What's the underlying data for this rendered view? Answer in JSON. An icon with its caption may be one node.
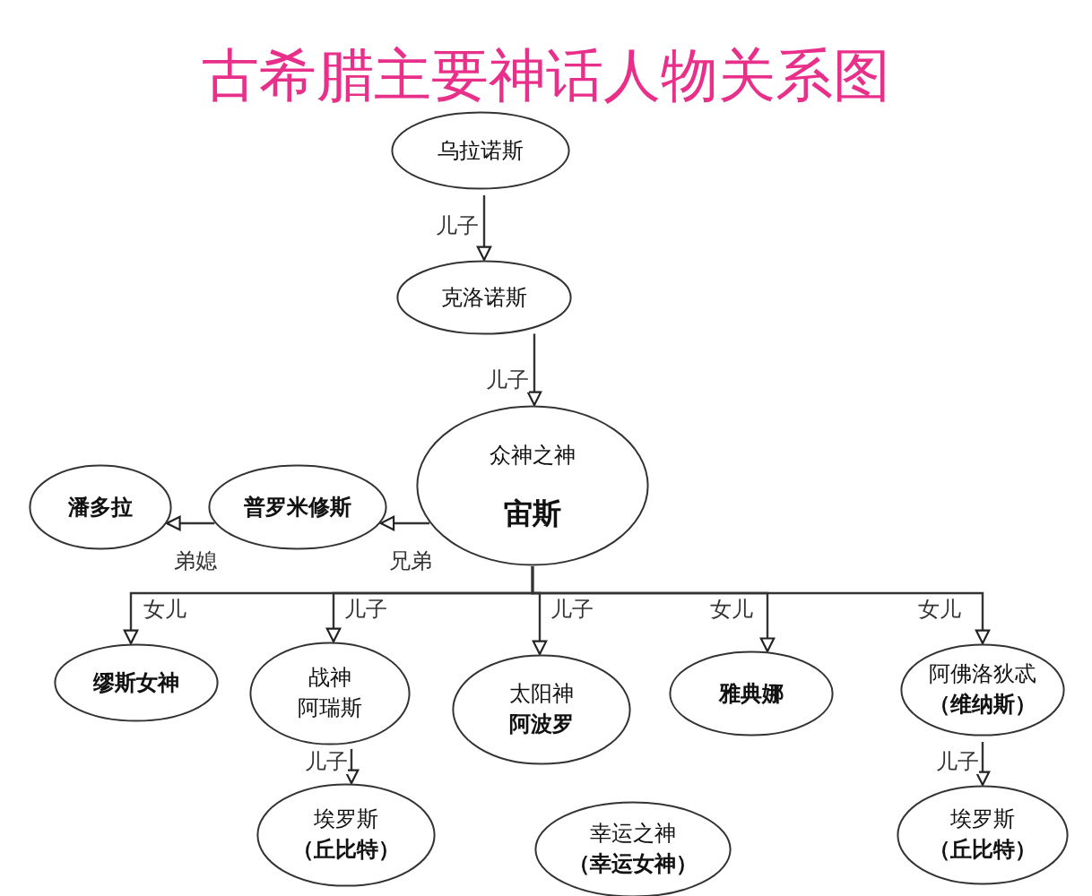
{
  "diagram": {
    "title": "古希腊主要神话人物关系图",
    "nodes": [
      {
        "text": [
          "乌拉诺斯"
        ]
      },
      {
        "text": [
          "克洛诺斯"
        ]
      },
      {
        "text": [
          "众神之神",
          "宙斯"
        ]
      },
      {
        "text": [
          "普罗米修斯"
        ]
      },
      {
        "text": [
          "潘多拉"
        ]
      },
      {
        "text": [
          "缪斯女神"
        ]
      },
      {
        "text": [
          "战神",
          "阿瑞斯"
        ]
      },
      {
        "text": [
          "太阳神",
          "阿波罗"
        ]
      },
      {
        "text": [
          "雅典娜"
        ]
      },
      {
        "text": [
          "阿佛洛狄忒",
          "（维纳斯）"
        ]
      },
      {
        "text": [
          "埃罗斯",
          "（丘比特）"
        ]
      },
      {
        "text": [
          "幸运之神",
          "（幸运女神）"
        ]
      },
      {
        "text": [
          "埃罗斯",
          "（丘比特）"
        ]
      }
    ],
    "edges": [
      {
        "from": 0,
        "to": 1,
        "arrow": "to",
        "label": "儿子"
      },
      {
        "from": 1,
        "to": 2,
        "arrow": "to",
        "label": "儿子"
      },
      {
        "from": 2,
        "to": 3,
        "arrow": "to",
        "label": "兄弟"
      },
      {
        "from": 3,
        "to": 4,
        "arrow": "to",
        "label": "弟媳"
      },
      {
        "from": 2,
        "to": 5,
        "arrow": "to",
        "label": "女儿"
      },
      {
        "from": 2,
        "to": 6,
        "arrow": "to",
        "label": "儿子"
      },
      {
        "from": 2,
        "to": 7,
        "arrow": "to",
        "label": "儿子"
      },
      {
        "from": 2,
        "to": 8,
        "arrow": "to",
        "label": "女儿"
      },
      {
        "from": 2,
        "to": 9,
        "arrow": "to",
        "label": "女儿"
      },
      {
        "from": 6,
        "to": 10,
        "arrow": "to",
        "label": "儿子"
      },
      {
        "from": 9,
        "to": 12,
        "arrow": "to",
        "label": "儿子"
      }
    ]
  }
}
